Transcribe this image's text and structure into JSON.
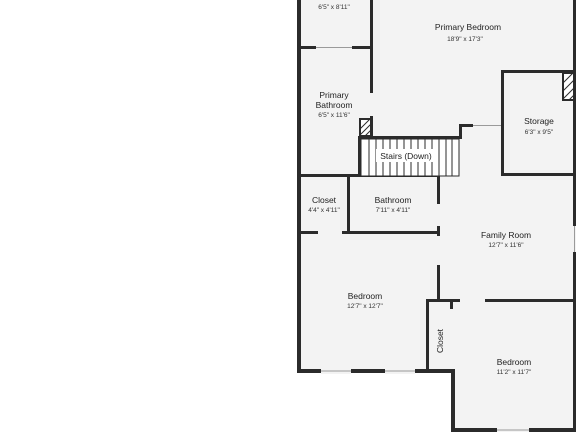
{
  "rooms": {
    "top_closet": {
      "dims": "6'5\" x 8'11\""
    },
    "primary_bedroom": {
      "name": "Primary Bedroom",
      "dims": "18'9\" x 17'3\""
    },
    "primary_bathroom": {
      "name_line1": "Primary",
      "name_line2": "Bathroom",
      "dims": "6'5\" x 11'6\""
    },
    "storage": {
      "name": "Storage",
      "dims": "6'3\" x 9'5\""
    },
    "stairs": {
      "name": "Stairs (Down)"
    },
    "closet_left": {
      "name": "Closet",
      "dims": "4'4\" x 4'11\""
    },
    "bathroom": {
      "name": "Bathroom",
      "dims": "7'11\" x 4'11\""
    },
    "family_room": {
      "name": "Family Room",
      "dims": "12'7\" x 11'6\""
    },
    "bedroom_left": {
      "name": "Bedroom",
      "dims": "12'7\" x 12'7\""
    },
    "closet_vertical": {
      "name": "Closet"
    },
    "bedroom_right": {
      "name": "Bedroom",
      "dims": "11'2\" x 11'7\""
    }
  },
  "colors": {
    "wall": "#2b2b2b",
    "floor": "#f3f3f3",
    "background": "#ffffff"
  }
}
